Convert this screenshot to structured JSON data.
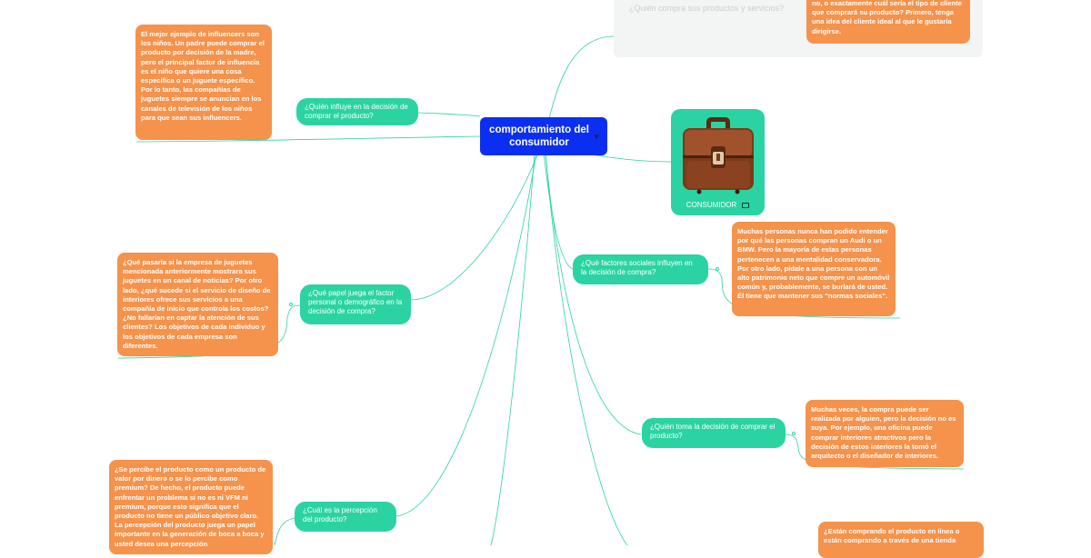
{
  "central": {
    "title": "comportamiento del consumidor"
  },
  "top_panel": {
    "text": "¿Quién compra sus productos y servicios?",
    "note": "no, o exactamente cuál sería el tipo de cliente que comprará su producto? Primero, tenga una idea del cliente ideal al que le gustaría dirigirse."
  },
  "image_card": {
    "label": "CONSUMIDOR"
  },
  "topics": {
    "influencer": "¿Quién influye en la decisión de comprar el producto?",
    "personal": "¿Qué papel juega el factor personal o demográfico en la decisión de compra?",
    "perception": "¿Cuál es la percepción del producto?",
    "social": "¿Qué factores sociales influyen en la decisión de compra?",
    "decision": "¿Quién toma la decisión de comprar el producto?"
  },
  "notes": {
    "influencer": "El mejor ejemplo de influencers son los niños. Un padre puede comprar el producto por decisión de la madre, pero el principal factor de influencia es el niño que quiere una cosa específica o un juguete específico. Por lo tanto, las compañías de juguetes siempre se anuncian en los canales de televisión de los niños para que sean sus influencers.",
    "personal": "¿Qué pasaría si la empresa de juguetes mencionada anteriormente mostrara sus juguetes en un canal de noticias? Por otro lado, ¿qué sucede si el servicio de diseño de interiores ofrece sus servicios a una compañía de inicio que controla los costos? ¿No fallarían en captar la atención de sus clientes? Los objetivos de cada individuo y los objetivos de cada empresa son diferentes.",
    "perception": "¿Se percibe el producto como un producto de valor por dinero o se lo percibe como premium? De hecho, el producto puede enfrentar un problema si no es ni VFM ni premium, porque esto significa que el producto no tiene un público objetivo claro. La percepción del producto juega un papel importante en la generación de boca a boca y usted desea una percepción",
    "social": "Muchas personas nunca han podido entender por qué las personas compran un Audi o un BMW.  Pero la mayoría de estas personas pertenecen a una mentalidad conservadora. Por otro lado, pídale a una persona con un alto patrimonio neto que compre un automóvil común y, probablemente, se burlará de usted. Él tiene que mantener sus \"normas sociales\".",
    "decision": "Muchas veces, la compra puede ser realizada por alguien, pero la decisión no es suya. Por ejemplo, una oficina puede comprar interiores atractivos pero la decisión de estos interiores la tomó el arquitecto o el diseñador de interiores.",
    "online": "¿Están comprando el producto en línea o están comprando a través de una tienda"
  },
  "colors": {
    "central": "#0b2ff0",
    "topic": "#2bd3a3",
    "note": "#f5924b",
    "link": "#2bd3a3"
  },
  "icons": [
    "chevron-down-icon",
    "briefcase-icon",
    "camera-icon"
  ]
}
